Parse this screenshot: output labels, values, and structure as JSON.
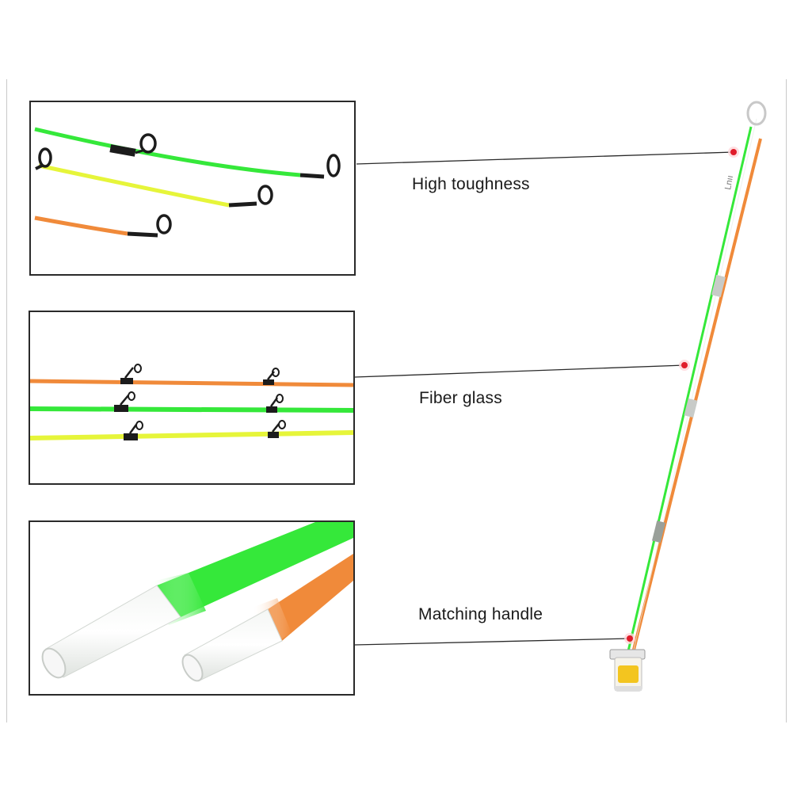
{
  "callouts": {
    "high_toughness": "High toughness",
    "fiber_glass": "Fiber glass",
    "matching_handle": "Matching handle"
  },
  "colors": {
    "green": "#35e83a",
    "yellow": "#e6f53a",
    "orange": "#f08a3a",
    "guide": "#1c1c1c",
    "marker": "#e01c2a",
    "panel_border": "#2a2a2a"
  },
  "images": {
    "panel_1": "rod-tips-with-guides",
    "panel_2": "straight-rod-sections",
    "panel_3": "rod-butt-ends-closeup",
    "main": "full-rod-diagonal"
  }
}
